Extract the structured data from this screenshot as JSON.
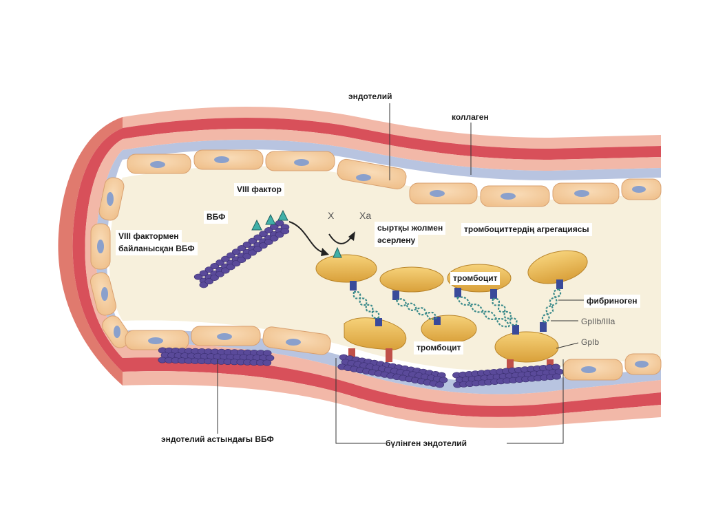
{
  "labels": {
    "endothelium": "эндотелий",
    "collagen": "коллаген",
    "factor_viii": "VIII фактор",
    "vwf": "ВБФ",
    "vwf_bound_line1": "VIII фактормен",
    "vwf_bound_line2": "байланысқан ВБФ",
    "x": "X",
    "xa": "Xa",
    "extrinsic_line1": "сыртқы жолмен",
    "extrinsic_line2": "әсерлену",
    "platelet_aggregation": "тромбоциттердің агрегациясы",
    "platelet_top": "тромбоцит",
    "platelet_bottom": "тромбоцит",
    "fibrinogen": "фибриноген",
    "gp2b3a": "GpIIb/IIIa",
    "gp1b": "GpIb",
    "subendothelial_vwf": "эндотелий астындағы ВБФ",
    "damaged_endothelium": "бүлінген эндотелий"
  },
  "colors": {
    "outer_layer": "#e07a6e",
    "red_band": "#d8505a",
    "pink_band": "#f2b8a8",
    "blue_band": "#b8c4e0",
    "endothelial_cell": "#f2c89a",
    "nucleus": "#8aa0cc",
    "lumen": "#f7f0dc",
    "platelet": "#e8b24a",
    "vwf": "#5a4a9a",
    "fibrinogen": "#3a8a8a"
  }
}
